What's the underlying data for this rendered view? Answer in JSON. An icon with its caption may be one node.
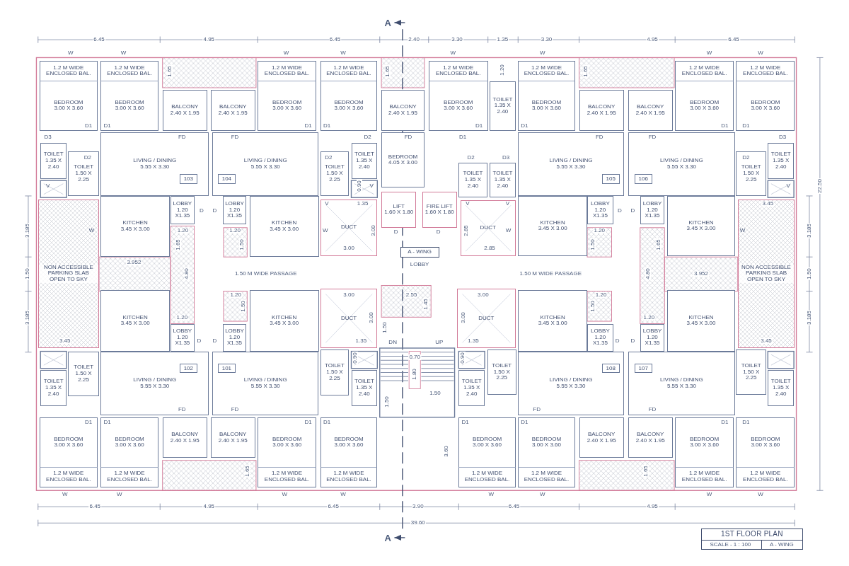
{
  "diagram": {
    "title": "1ST FLOOR PLAN",
    "nodes": [
      {
        "text": [
          "1.2 M WIDE ENCLOSED BAL."
        ]
      },
      {
        "text": [
          "BEDROOM",
          "3.00 X 3.60"
        ]
      },
      {
        "text": [
          "1.2 M WIDE ENCLOSED BAL."
        ]
      },
      {
        "text": [
          "BEDROOM",
          "3.00 X 3.60"
        ]
      },
      {
        "text": [
          "BALCONY",
          "2.40 X 1.95"
        ]
      },
      {
        "text": [
          "BALCONY",
          "2.40 X 1.95"
        ]
      },
      {
        "text": [
          "1.2 M WIDE ENCLOSED BAL."
        ]
      },
      {
        "text": [
          "BEDROOM",
          "3.00 X 3.60"
        ]
      },
      {
        "text": [
          "1.2 M WIDE ENCLOSED BAL."
        ]
      },
      {
        "text": [
          "BEDROOM",
          "3.00 X 3.60"
        ]
      },
      {
        "text": [
          "BALCONY",
          "2.40 X 1.95"
        ]
      },
      {
        "text": [
          "1.2 M WIDE ENCLOSED BAL."
        ]
      },
      {
        "text": [
          "BEDROOM",
          "3.00 X 3.60"
        ]
      },
      {
        "text": [
          "TOILET",
          "1.35 X 2.40"
        ]
      },
      {
        "text": [
          "1.2 M WIDE ENCLOSED BAL."
        ]
      },
      {
        "text": [
          "BEDROOM",
          "3.00 X 3.60"
        ]
      },
      {
        "text": [
          "BALCONY",
          "2.40 X 1.95"
        ]
      },
      {
        "text": [
          "BALCONY",
          "2.40 X 1.95"
        ]
      },
      {
        "text": [
          "1.2 M WIDE ENCLOSED BAL."
        ]
      },
      {
        "text": [
          "BEDROOM",
          "3.00 X 3.60"
        ]
      },
      {
        "text": [
          "1.2 M WIDE ENCLOSED BAL."
        ]
      },
      {
        "text": [
          "BEDROOM",
          "3.00 X 3.60"
        ]
      },
      {
        "text": [
          "TOILET",
          "1.35 X 2.40"
        ]
      },
      {
        "text": [
          "TOILET",
          "1.50 X 2.25"
        ]
      },
      {
        "text": [
          "LIVING / DINING",
          "5.55 X 3.30"
        ]
      },
      {
        "text": [
          "103"
        ],
        "in": 24
      },
      {
        "text": [
          "LIVING / DINING",
          "5.55 X 3.30"
        ]
      },
      {
        "text": [
          "104"
        ],
        "in": 26
      },
      {
        "text": [
          "TOILET",
          "1.50 X 2.25"
        ]
      },
      {
        "text": [
          "TOILET",
          "1.35 X 2.40"
        ]
      },
      {
        "text": [
          "BEDROOM",
          "4.05 X 3.00"
        ]
      },
      {
        "text": [
          "TOILET",
          "1.35 X 2.40"
        ]
      },
      {
        "text": [
          "TOILET",
          "1.35 X 2.40"
        ]
      },
      {
        "text": [
          "LIVING / DINING",
          "5.55 X 3.30"
        ]
      },
      {
        "text": [
          "105"
        ],
        "in": 33
      },
      {
        "text": [
          "LIVING / DINING",
          "5.55 X 3.30"
        ]
      },
      {
        "text": [
          "106"
        ],
        "in": 35
      },
      {
        "text": [
          "TOILET",
          "1.50 X 2.25"
        ]
      },
      {
        "text": [
          "TOILET",
          "1.35 X 2.40"
        ]
      },
      {
        "text": [
          "NON ACCESSIBLE PARKING SLAB OPEN TO SKY"
        ]
      },
      {
        "text": [
          "KITCHEN",
          "3.45 X 3.00"
        ]
      },
      {
        "text": [
          "LOBBY",
          "1.20 X1.35"
        ]
      },
      {
        "text": [
          "LOBBY",
          "1.20 X1.35"
        ]
      },
      {
        "text": [
          "KITCHEN",
          "3.45 X 3.00"
        ]
      },
      {
        "text": [
          "DUCT"
        ]
      },
      {
        "text": [
          "LIFT",
          "1.60 X 1.80"
        ]
      },
      {
        "text": [
          "FIRE LIFT",
          "1.60 X 1.80"
        ]
      },
      {
        "text": [
          "A - WING"
        ]
      },
      {
        "text": [
          "DUCT"
        ]
      },
      {
        "text": [
          "KITCHEN",
          "3.45 X 3.00"
        ]
      },
      {
        "text": [
          "LOBBY",
          "1.20 X1.35"
        ]
      },
      {
        "text": [
          "LOBBY",
          "1.20 X1.35"
        ]
      },
      {
        "text": [
          "KITCHEN",
          "3.45 X 3.00"
        ]
      },
      {
        "text": [
          "NON ACCESSIBLE PARKING SLAB OPEN TO SKY"
        ]
      },
      {
        "text": [
          "KITCHEN",
          "3.45 X 3.00"
        ]
      },
      {
        "text": [
          "LOBBY",
          "1.20 X1.35"
        ]
      },
      {
        "text": [
          "LOBBY",
          "1.20 X1.35"
        ]
      },
      {
        "text": [
          "KITCHEN",
          "3.45 X 3.00"
        ]
      },
      {
        "text": [
          "DUCT"
        ]
      },
      {
        "text": [
          "DUCT"
        ]
      },
      {
        "text": [
          "KITCHEN",
          "3.45 X 3.00"
        ]
      },
      {
        "text": [
          "LOBBY",
          "1.20 X1.35"
        ]
      },
      {
        "text": [
          "LOBBY",
          "1.20 X1.35"
        ]
      },
      {
        "text": [
          "KITCHEN",
          "3.45 X 3.00"
        ]
      },
      {
        "text": [
          "TOILET",
          "1.35 X 2.40"
        ]
      },
      {
        "text": [
          "TOILET",
          "1.50 X 2.25"
        ]
      },
      {
        "text": [
          "LIVING / DINING",
          "5.55 X 3.30"
        ]
      },
      {
        "text": [
          "102"
        ],
        "in": 66
      },
      {
        "text": [
          "LIVING / DINING",
          "5.55 X 3.30"
        ]
      },
      {
        "text": [
          "101"
        ],
        "in": 68
      },
      {
        "text": [
          "TOILET",
          "1.50 X 2.25"
        ]
      },
      {
        "text": [
          "TOILET",
          "1.35 X 2.40"
        ]
      },
      {
        "text": [
          "TOILET",
          "1.35 X 2.40"
        ]
      },
      {
        "text": [
          "TOILET",
          "1.50 X 2.25"
        ]
      },
      {
        "text": [
          "LIVING / DINING",
          "5.55 X 3.30"
        ]
      },
      {
        "text": [
          "108"
        ],
        "in": 74
      },
      {
        "text": [
          "LIVING / DINING",
          "5.55 X 3.30"
        ]
      },
      {
        "text": [
          "107"
        ],
        "in": 76
      },
      {
        "text": [
          "TOILET",
          "1.50 X 2.25"
        ]
      },
      {
        "text": [
          "TOILET",
          "1.35 X 2.40"
        ]
      },
      {
        "text": [
          "BEDROOM",
          "3.00 X 3.60"
        ]
      },
      {
        "text": [
          "1.2 M WIDE ENCLOSED BAL."
        ]
      },
      {
        "text": [
          "BEDROOM",
          "3.00 X 3.60"
        ]
      },
      {
        "text": [
          "1.2 M WIDE ENCLOSED BAL."
        ]
      },
      {
        "text": [
          "BALCONY",
          "2.40 X 1.95"
        ]
      },
      {
        "text": [
          "BALCONY",
          "2.40 X 1.95"
        ]
      },
      {
        "text": [
          "BEDROOM",
          "3.00 X 3.60"
        ]
      },
      {
        "text": [
          "1.2 M WIDE ENCLOSED BAL."
        ]
      },
      {
        "text": [
          "BEDROOM",
          "3.00 X 3.60"
        ]
      },
      {
        "text": [
          "1.2 M WIDE ENCLOSED BAL."
        ]
      },
      {
        "text": [
          "BEDROOM",
          "3.00 X 3.60"
        ]
      },
      {
        "text": [
          "1.2 M WIDE ENCLOSED BAL."
        ]
      },
      {
        "text": [
          "BEDROOM",
          "3.00 X 3.60"
        ]
      },
      {
        "text": [
          "1.2 M WIDE ENCLOSED BAL."
        ]
      },
      {
        "text": [
          "BALCONY",
          "2.40 X 1.95"
        ]
      },
      {
        "text": [
          "BALCONY",
          "2.40 X 1.95"
        ]
      },
      {
        "text": [
          "BEDROOM",
          "3.00 X 3.60"
        ]
      },
      {
        "text": [
          "1.2 M WIDE ENCLOSED BAL."
        ]
      },
      {
        "text": [
          "BEDROOM",
          "3.00 X 3.60"
        ]
      },
      {
        "text": [
          "1.2 M WIDE ENCLOSED BAL."
        ]
      }
    ],
    "labels": [
      "A",
      "6.45",
      "4.95",
      "6.45",
      "2.40",
      "3.30",
      "1.35",
      "3.30",
      "4.95",
      "6.45",
      "W",
      "W",
      "W",
      "W",
      "W",
      "W",
      "W",
      "W",
      "1.65",
      "1.65",
      "1.20",
      "1.65",
      "D1",
      "D1",
      "D1",
      "D1",
      "D1",
      "D1",
      "D1",
      "D1",
      "D3",
      "FD",
      "FD",
      "D2",
      "FD",
      "D1",
      "FD",
      "FD",
      "D3",
      "D2",
      "D2",
      "D2",
      "D3",
      "D2",
      "V",
      "0.90",
      "V",
      "V",
      "22.50",
      "V",
      "1.35",
      "V",
      "V",
      "3.45",
      "D",
      "D",
      "D",
      "D",
      "3.185",
      "W",
      "1.20",
      "1.20",
      "W",
      "3.00",
      "D",
      "D",
      "2.85",
      "W",
      "1.20",
      "W",
      "3.185",
      "1.65",
      "1.50",
      "3.00",
      "2.85",
      "1.50",
      "1.65",
      "3.952",
      "LOBBY",
      "1.50",
      "4.80",
      "1.50 M WIDE PASSAGE",
      "1.50 M WIDE PASSAGE",
      "4.80",
      "3.952",
      "1.50",
      "1.20",
      "3.00",
      "2.55",
      "3.00",
      "1.20",
      "1.50",
      "1.45",
      "1.50",
      "3.185",
      "1.20",
      "3.00",
      "3.00",
      "1.20",
      "3.185",
      "1.50",
      "3.45",
      "D",
      "D",
      "1.35",
      "DN",
      "UP",
      "1.35",
      "D",
      "D",
      "3.45",
      "0.90",
      "0.70",
      "0.90",
      "1.80",
      "1.50",
      "1.50",
      "FD",
      "FD",
      "FD",
      "FD",
      "D1",
      "D1",
      "D1",
      "D1",
      "D1",
      "D1",
      "D1",
      "D1",
      "3.60",
      "1.65",
      "1.65",
      "W",
      "W",
      "W",
      "W",
      "W",
      "W",
      "W",
      "W",
      "6.45",
      "4.95",
      "6.45",
      "3.90",
      "6.45",
      "4.95",
      "39.60",
      "A",
      "SCALE - 1 : 100",
      "A - WING"
    ]
  }
}
